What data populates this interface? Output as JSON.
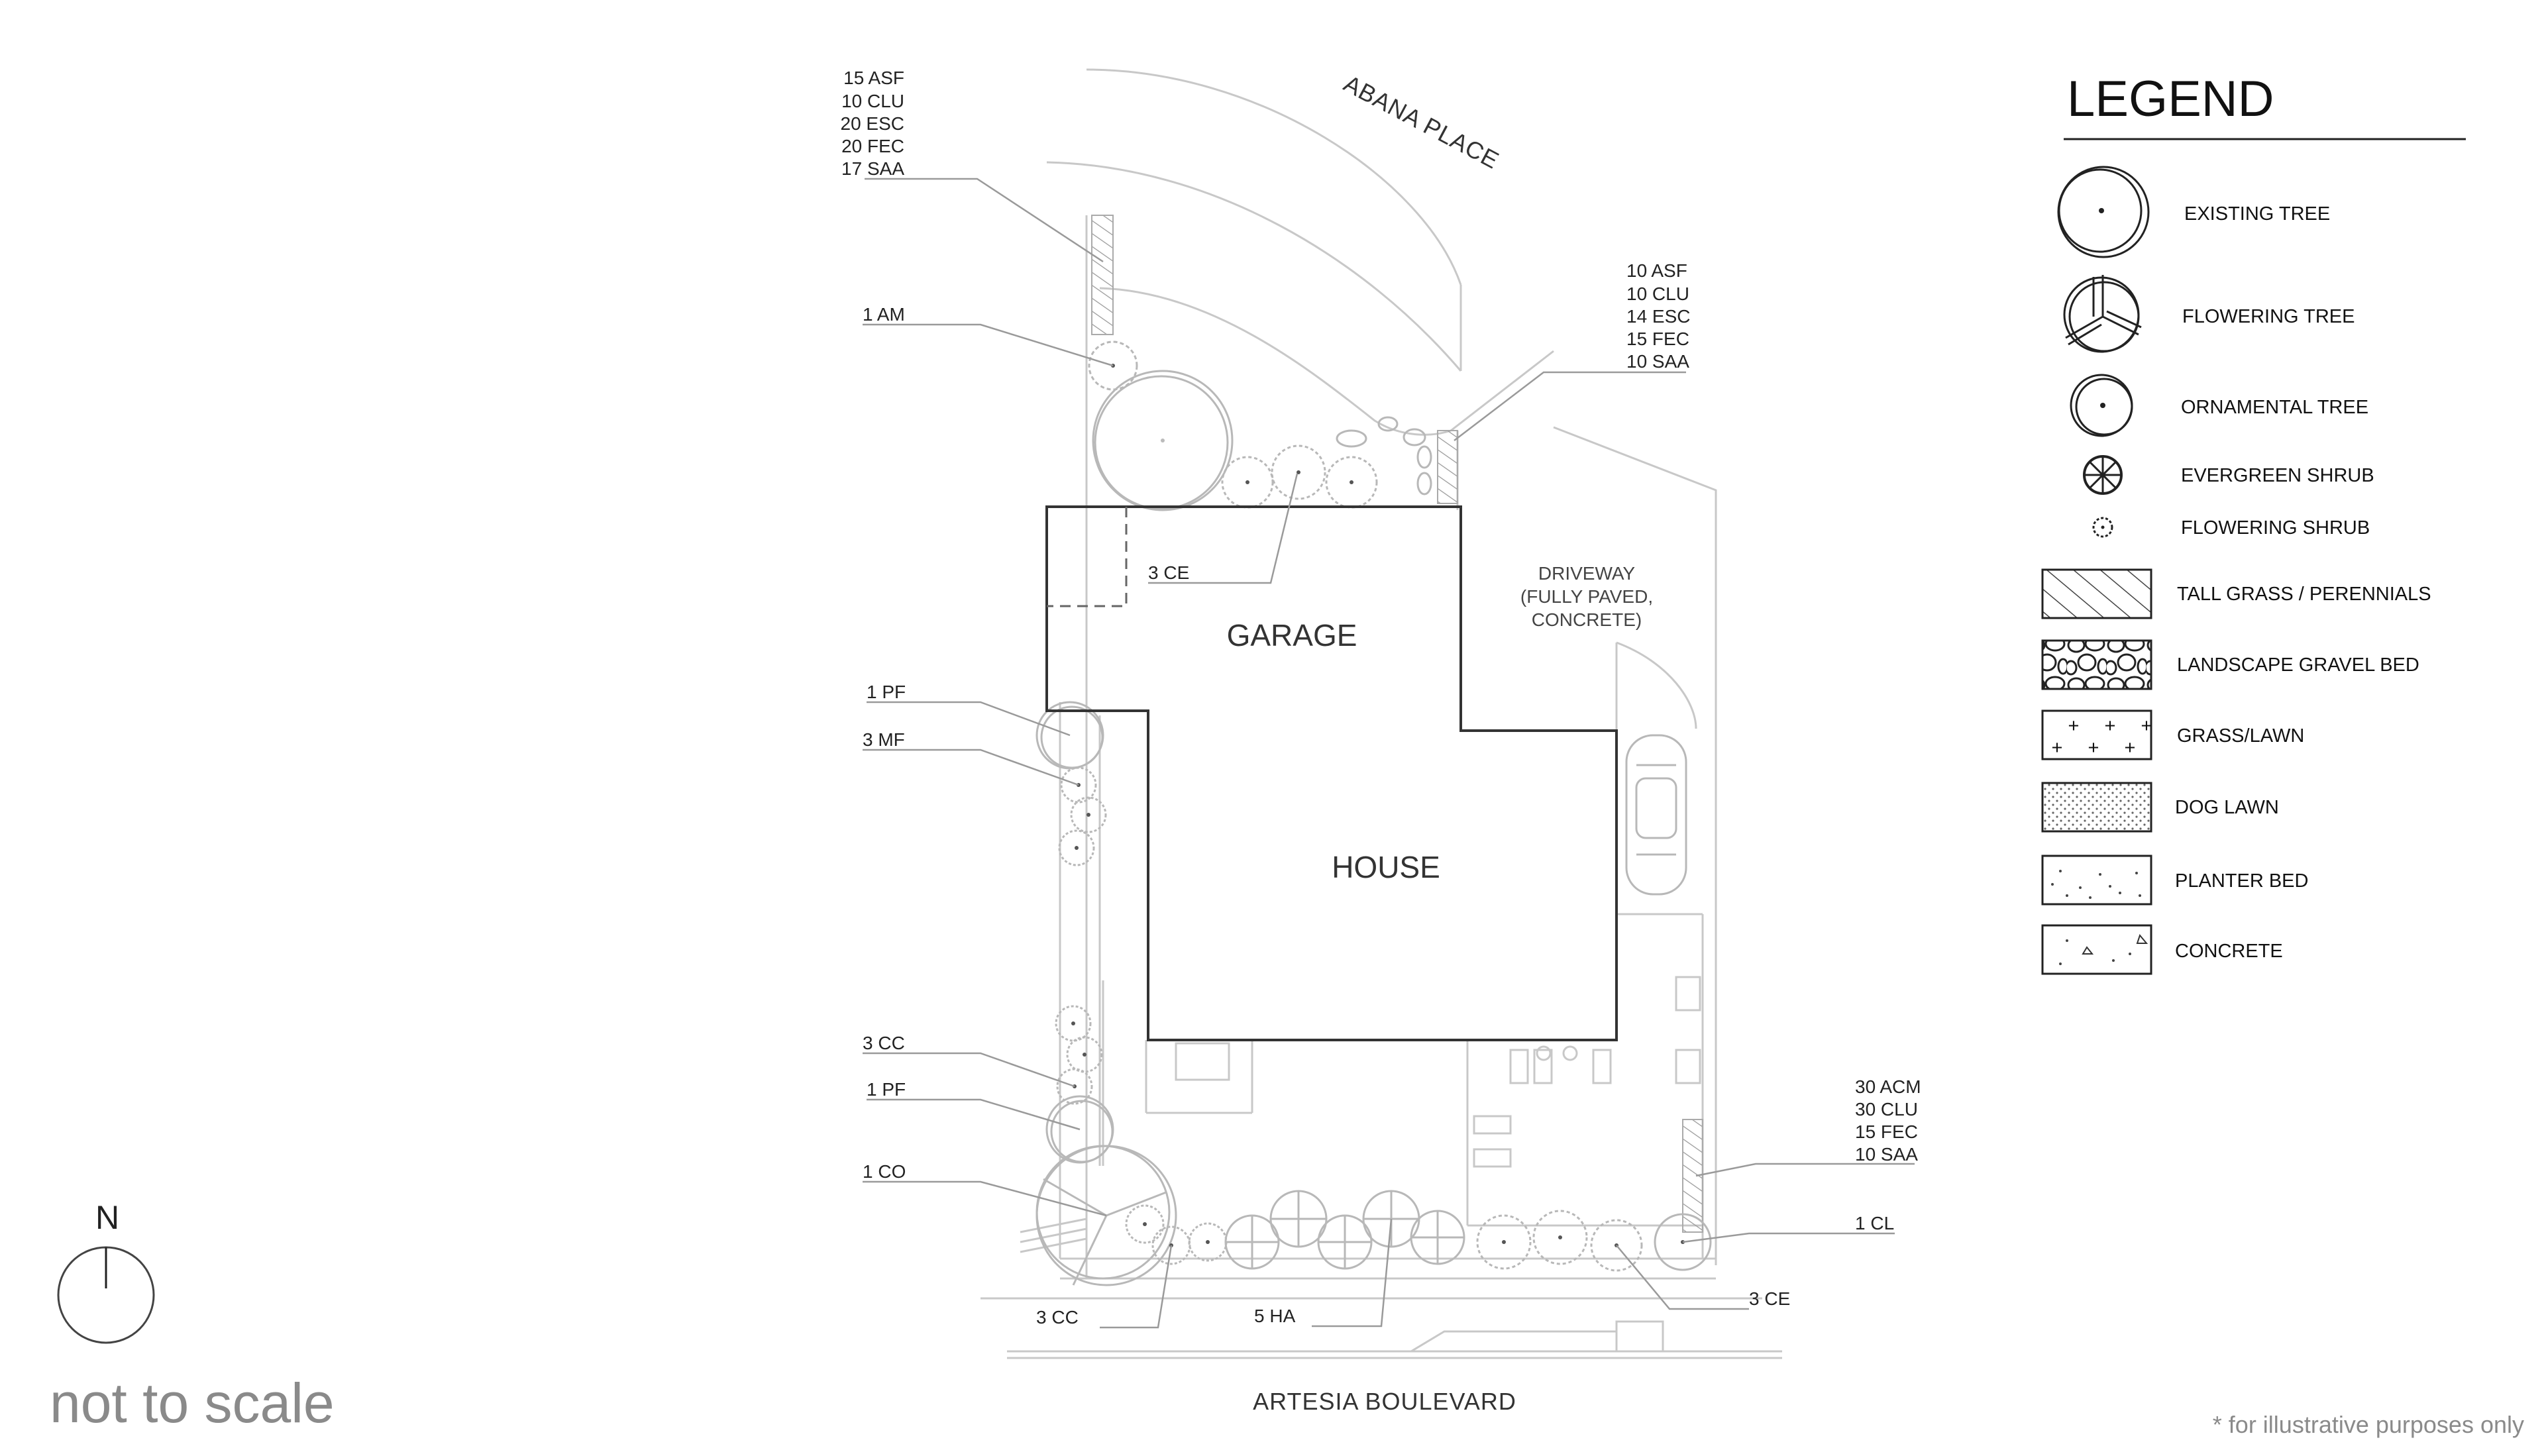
{
  "streets": {
    "north": "ABANA PLACE",
    "south": "ARTESIA BOULEVARD"
  },
  "buildings": {
    "garage": "GARAGE",
    "house": "HOUSE"
  },
  "driveway": {
    "line1": "DRIVEWAY",
    "line2": "(FULLY PAVED,",
    "line3": "CONCRETE)"
  },
  "callouts": {
    "nw_group": [
      "15 ASF",
      "10 CLU",
      "20 ESC",
      "20 FEC",
      "17 SAA"
    ],
    "ne_group": [
      "10 ASF",
      "10 CLU",
      "14 ESC",
      "15 FEC",
      "10 SAA"
    ],
    "se_group": [
      "30 ACM",
      "30 CLU",
      "15 FEC",
      "10 SAA"
    ],
    "am": "1 AM",
    "ce_north": "3 CE",
    "pf_1": "1 PF",
    "mf": "3 MF",
    "cc_west": "3 CC",
    "pf_2": "1 PF",
    "co": "1 CO",
    "cl": "1 CL",
    "ce_south": "3 CE",
    "cc_south": "3 CC",
    "ha": "5 HA"
  },
  "legend": {
    "title": "LEGEND",
    "items": [
      {
        "label": "EXISTING  TREE",
        "icon": "existing-tree-icon"
      },
      {
        "label": "FLOWERING TREE",
        "icon": "flowering-tree-icon"
      },
      {
        "label": "ORNAMENTAL TREE",
        "icon": "ornamental-tree-icon"
      },
      {
        "label": "EVERGREEN SHRUB",
        "icon": "evergreen-shrub-icon"
      },
      {
        "label": "FLOWERING SHRUB",
        "icon": "flowering-shrub-icon"
      },
      {
        "label": "TALL GRASS / PERENNIALS",
        "icon": "tall-grass-swatch"
      },
      {
        "label": "LANDSCAPE GRAVEL BED",
        "icon": "gravel-bed-swatch"
      },
      {
        "label": "GRASS/LAWN",
        "icon": "grass-lawn-swatch"
      },
      {
        "label": "DOG LAWN",
        "icon": "dog-lawn-swatch"
      },
      {
        "label": "PLANTER BED",
        "icon": "planter-bed-swatch"
      },
      {
        "label": "CONCRETE",
        "icon": "concrete-swatch"
      }
    ]
  },
  "north_arrow": "N",
  "scale_note": "not to scale",
  "disclaimer": "* for illustrative purposes only"
}
